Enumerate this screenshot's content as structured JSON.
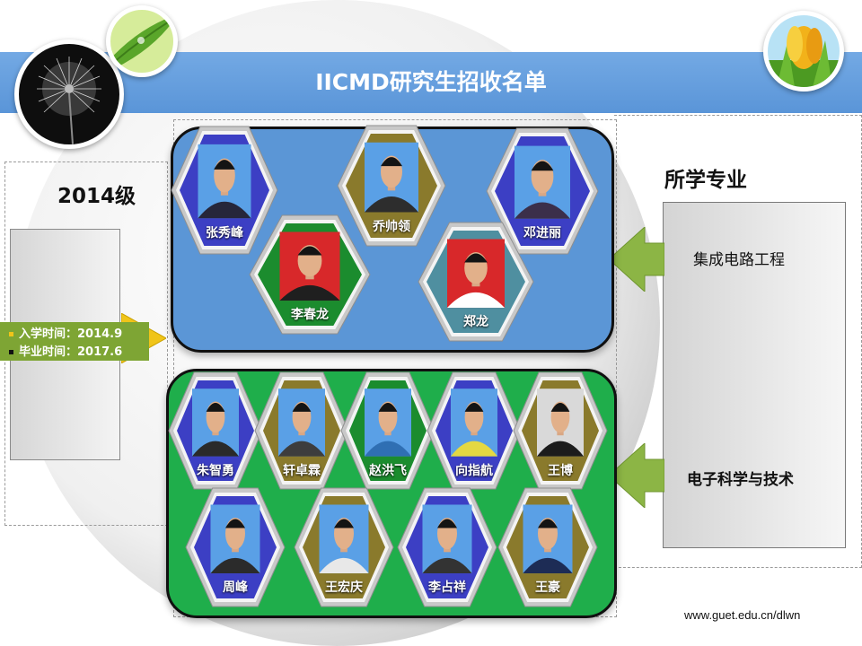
{
  "title": "IICMD研究生招收名单",
  "year_label": "2014级",
  "dates": {
    "enroll": "入学时间：2014.9",
    "graduate": "毕业时间：2017.6"
  },
  "majors_heading": "所学专业",
  "majors": [
    "集成电路工程",
    "电子科学与技术"
  ],
  "students_group1": [
    "张秀峰",
    "乔帅领",
    "邓进丽",
    "李春龙",
    "郑龙"
  ],
  "students_group2": [
    "朱智勇",
    "轩卓霖",
    "赵洪飞",
    "向指航",
    "王博",
    "周峰",
    "王宏庆",
    "李占祥",
    "王豪"
  ],
  "footer_url": "www.guet.edu.cn/dlwn",
  "colors": {
    "title_bar": "#5a95d8",
    "panel_blue": "#5b96d6",
    "panel_green": "#1fae4b",
    "date_box": "#7ea534",
    "arrow_green": "#8cb545",
    "hex_blue": "#3c3fc4",
    "hex_gold": "#8a7a2c",
    "hex_green": "#1b8c2e",
    "hex_teal": "#4f8fa0"
  },
  "icons": [
    "dandelion-photo",
    "green-leaf-photo",
    "tulip-photo",
    "arrow-left-icon",
    "arrow-right-icon"
  ]
}
